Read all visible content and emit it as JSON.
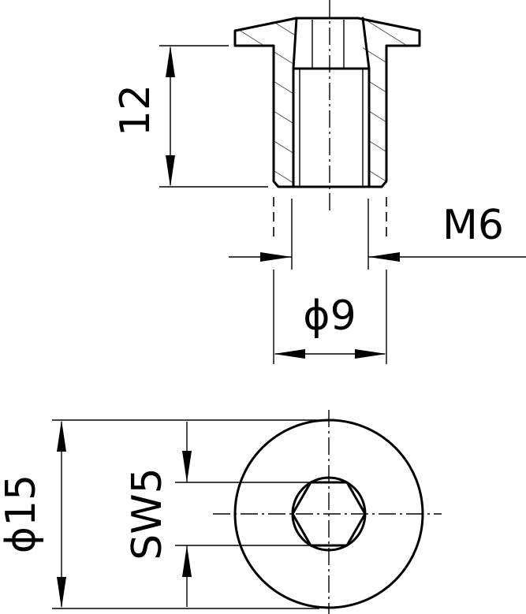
{
  "dimensions": {
    "length": "12",
    "thread": "M6",
    "shank_diameter": "ϕ9",
    "head_diameter": "ϕ15",
    "wrench_size": "SW5"
  }
}
